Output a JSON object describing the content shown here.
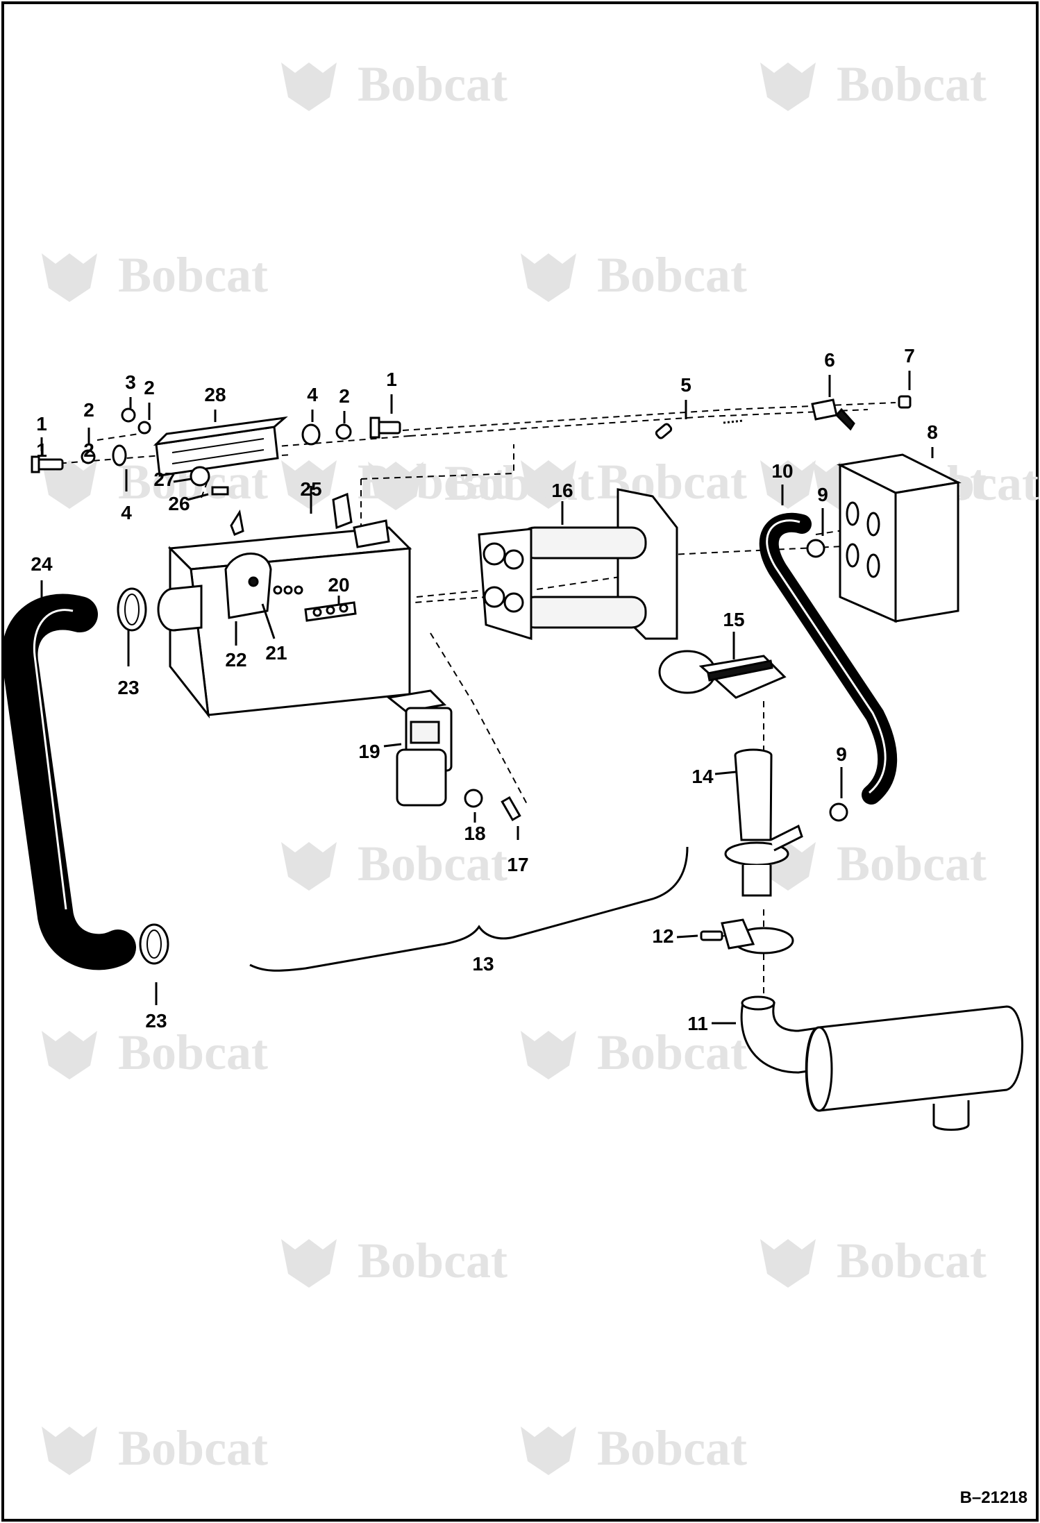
{
  "watermark": {
    "text": "Bobcat",
    "positions_note": "",
    "color": "#e3e3e3"
  },
  "diagram": {
    "reference_code": "B–21218",
    "callouts": [
      "1",
      "2",
      "3",
      "2",
      "28",
      "4",
      "2",
      "1",
      "5",
      "6",
      "7",
      "8",
      "1",
      "2",
      "4",
      "27",
      "26",
      "25",
      "16",
      "10",
      "9",
      "24",
      "20",
      "22",
      "21",
      "23",
      "15",
      "19",
      "14",
      "9",
      "18",
      "17",
      "13",
      "12",
      "23",
      "11"
    ]
  }
}
